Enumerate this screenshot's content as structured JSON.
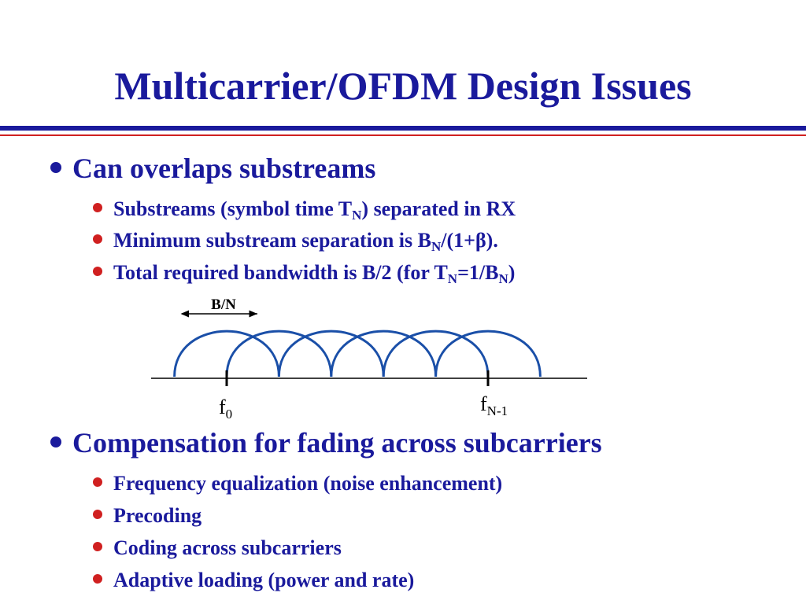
{
  "slide": {
    "title": "Multicarrier/OFDM Design Issues"
  },
  "section1": {
    "heading": "Can overlaps substreams",
    "items": [
      {
        "pre": "Substreams (symbol time T",
        "sub1": "N",
        "post": ") separated in RX"
      },
      {
        "pre": "Minimum substream separation is B",
        "sub1": "N",
        "post": "/(1+β)."
      },
      {
        "pre": "Total required bandwidth is B/2 (for T",
        "sub1": "N",
        "mid": "=1/B",
        "sub2": "N",
        "post": ")"
      }
    ]
  },
  "diagram": {
    "spacing_label": "B/N",
    "first_label_base": "f",
    "first_label_sub": "0",
    "last_label_base": "f",
    "last_label_sub": "N-1",
    "subcarrier_count": 6,
    "colors": {
      "arc": "#1a4fa8",
      "axis": "#000000"
    }
  },
  "section2": {
    "heading": "Compensation for fading across subcarriers",
    "items": [
      "Frequency equalization (noise enhancement)",
      "Precoding",
      "Coding across subcarriers",
      "Adaptive loading (power and rate)"
    ]
  },
  "colors": {
    "text": "#1a1a9c",
    "bullet_sub": "#d02020",
    "rule_blue": "#1a1a9c",
    "rule_red": "#d02020"
  }
}
